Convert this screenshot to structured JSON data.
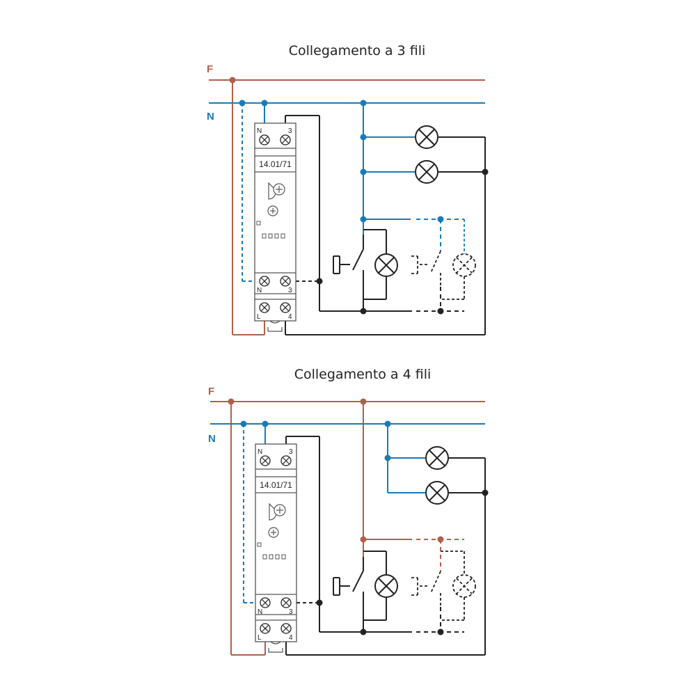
{
  "colors": {
    "phase": "#b0604a",
    "neutral": "#1a7ab8",
    "load": "#222222"
  },
  "diagrams": [
    {
      "title": "Collegamento a 3 fili",
      "phase_label": "F",
      "neutral_label": "N",
      "device": {
        "model": "14.01/71",
        "terminals_top": [
          "N",
          "3"
        ],
        "terminals_mid": [
          "N",
          "3"
        ],
        "terminals_bottom": [
          "L",
          "4"
        ]
      }
    },
    {
      "title": "Collegamento a 4 fili",
      "phase_label": "F",
      "neutral_label": "N",
      "device": {
        "model": "14.01/71",
        "terminals_top": [
          "N",
          "3"
        ],
        "terminals_mid": [
          "N",
          "3"
        ],
        "terminals_bottom": [
          "L",
          "4"
        ]
      }
    }
  ]
}
